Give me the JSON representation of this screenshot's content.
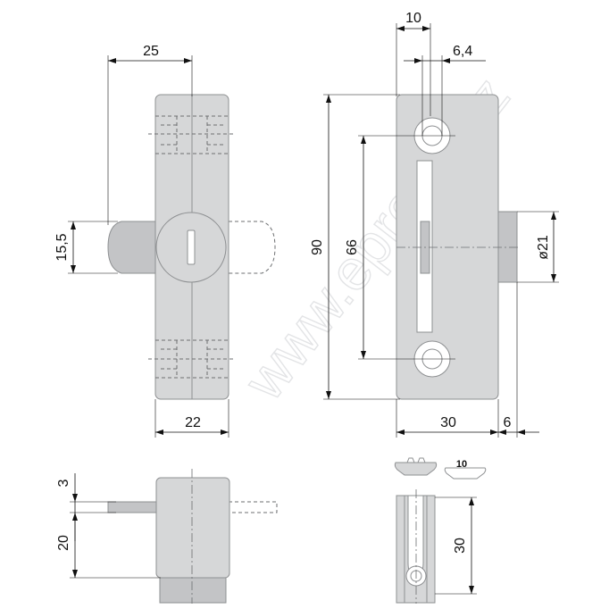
{
  "watermark": "www.eprofily.cz",
  "dimensions": {
    "front_width_top": "25",
    "front_bolt_height": "15,5",
    "front_width_bottom": "22",
    "side_width_top": "10",
    "side_hole": "6,4",
    "side_height": "90",
    "side_hole_spacing": "66",
    "side_diameter": "ø21",
    "side_width_bottom": "30",
    "side_offset": "6",
    "bottom_bolt_thickness": "3",
    "bottom_height": "20",
    "slot_nut_label": "10",
    "slot_height": "30"
  },
  "colors": {
    "part_fill": "#d6d7d8",
    "part_stroke": "#8e9092",
    "dimension": "#111111",
    "watermark": "#e3e4e6"
  }
}
